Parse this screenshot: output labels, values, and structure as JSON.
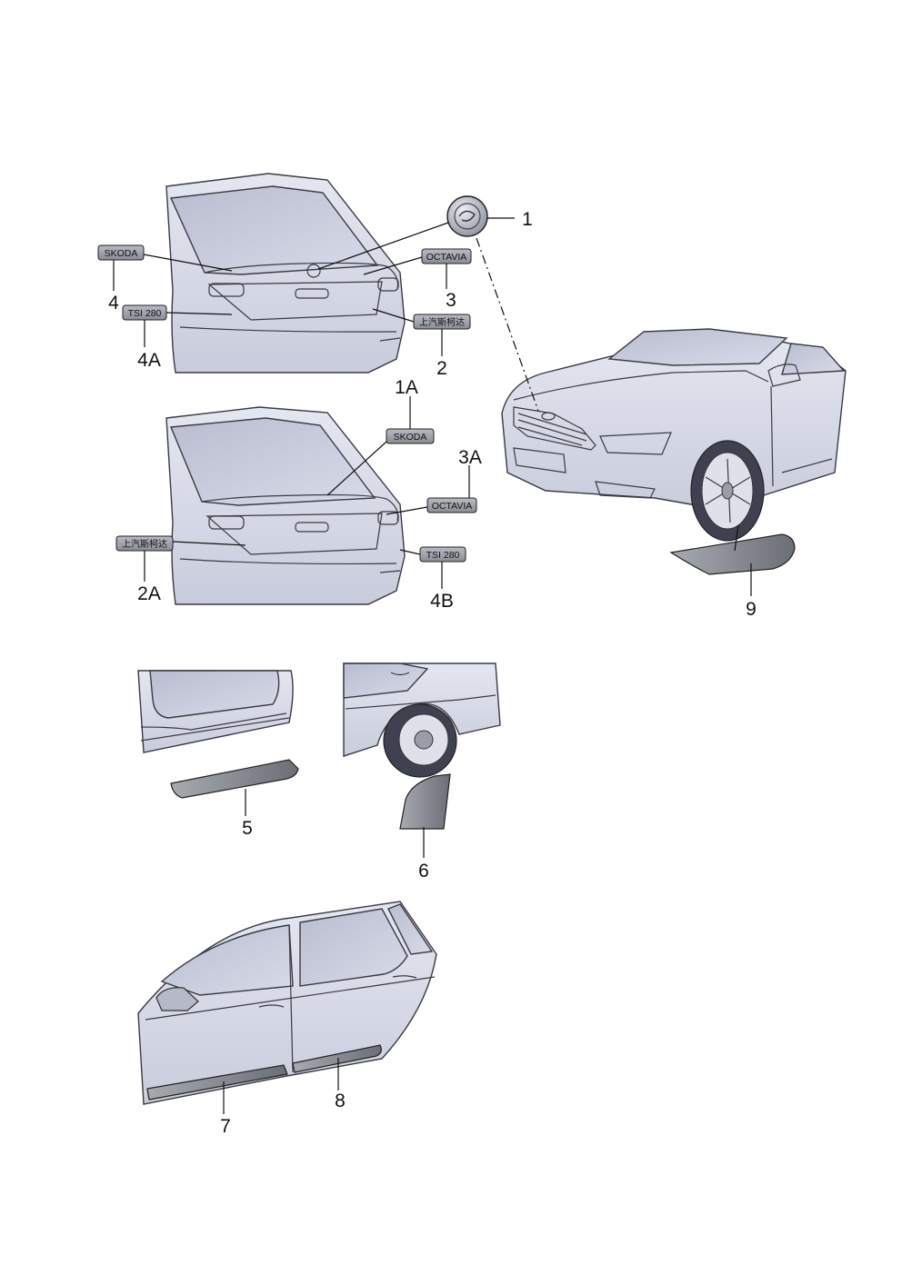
{
  "callouts": {
    "c1": "1",
    "c1a": "1A",
    "c2": "2",
    "c2a": "2A",
    "c3": "3",
    "c3a": "3A",
    "c4": "4",
    "c4a": "4A",
    "c4b": "4B",
    "c5": "5",
    "c6": "6",
    "c7": "7",
    "c8": "8",
    "c9": "9"
  },
  "badges": {
    "skoda_top": "SKODA",
    "octavia_top": "OCTAVIA",
    "tsi_top": "TSI 280",
    "cn_top": "上汽斯柯达",
    "skoda_mid": "SKODA",
    "octavia_mid": "OCTAVIA",
    "cn_mid": "上汽斯柯达",
    "tsi_mid": "TSI 280"
  },
  "colors": {
    "panel": "#d6d8e6",
    "glass": "#c4c7d8",
    "part": "#8e9096",
    "line": "#111111"
  }
}
